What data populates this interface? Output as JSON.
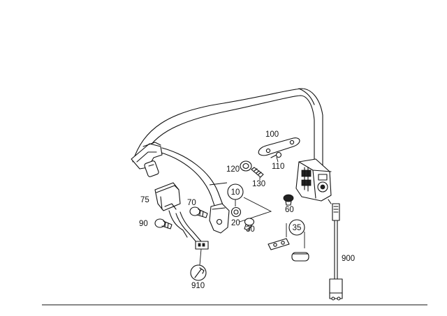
{
  "diagram": {
    "callouts": {
      "c10": "10",
      "c20": "20",
      "c30": "30",
      "c35": "35",
      "c60": "60",
      "c70": "70",
      "c75": "75",
      "c90": "90",
      "c100": "100",
      "c110": "110",
      "c120": "120",
      "c130": "130",
      "c900": "900",
      "c910": "910"
    }
  }
}
